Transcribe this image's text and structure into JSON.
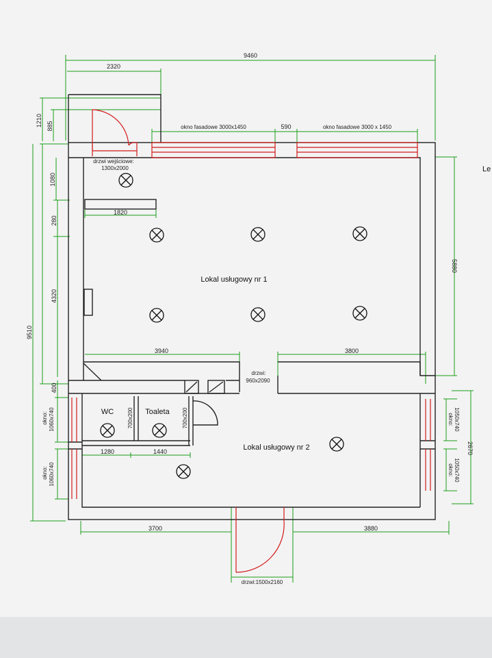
{
  "rooms": {
    "room1": "Lokal usługowy nr 1",
    "room2": "Lokal usługowy nr 2",
    "wc": "WC",
    "toaleta": "Toaleta"
  },
  "dimensions": {
    "total_width": "9460",
    "top_left": "2320",
    "left_1210": "1210",
    "left_885": "885",
    "left_1080": "1080",
    "left_280": "280",
    "left_4320": "4320",
    "left_9510": "9510",
    "left_400": "400",
    "right_5880": "5880",
    "right_2670": "2670",
    "mid_590": "590",
    "partition_1820": "1820",
    "wall_3940": "3940",
    "wall_3800": "3800",
    "wc_1280": "1280",
    "wc_1440": "1440",
    "bottom_3700": "3700",
    "bottom_3880": "3880"
  },
  "openings": {
    "window_facade_left": "okno fasadowe 3000x1450",
    "window_facade_right": "okno fasadowe 3000 x 1450",
    "entrance_door_line1": "drzwi wejściowe:",
    "entrance_door_line2": "1300x2000",
    "inner_door_line1": "drzwi:",
    "inner_door_line2": "960x2090",
    "door_wc": "700x200",
    "door_toaleta": "700x200",
    "window_left_1": "1060x740",
    "window_left_2": "1060x740",
    "window_right_1": "1050x740",
    "window_right_2": "1050x740",
    "okno_label": "okno:",
    "okno_label_2": "okno:",
    "okno_label_3": "okno:",
    "okno_label_4": "okno:",
    "bottom_door": "drzwi:1500x2160"
  },
  "edge_text": "Le",
  "colors": {
    "dimension_lines": "#1a9e1a",
    "walls": "#222222",
    "openings": "#d21a1a",
    "paper": "#ecedee"
  }
}
